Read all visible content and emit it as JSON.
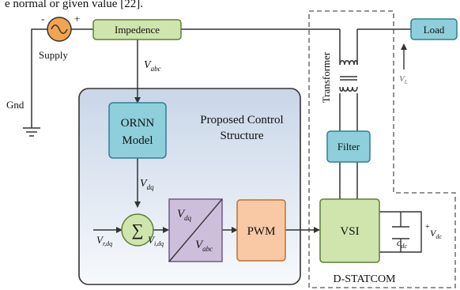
{
  "header": {
    "cut_text": "e normal or given value [22]."
  },
  "colors": {
    "block_green": "#cfe5ad",
    "block_green_border": "#5d7f36",
    "block_teal": "#8fcfdc",
    "block_teal_border": "#2f7f94",
    "pwm_orange": "#f8c9a4",
    "pwm_border": "#c2702e",
    "transform_purple": "#cdbfdc",
    "panel_top": "#c9d6e8",
    "panel_bottom": "#f7f9fc",
    "source_orange": "#f2a451"
  },
  "labels": {
    "source_minus": "-",
    "source_plus": "+",
    "supply": "Supply",
    "gnd": "Gnd",
    "impedance": "Impedence",
    "load": "Load",
    "v_abc_main": "abc",
    "orrn_line1": "ORNN",
    "orrn_line2": "Model",
    "proposed_line1": "Proposed Control",
    "proposed_line2": "Structure",
    "v_dq_feed": "dq",
    "v_r_dq": "r,dq",
    "v_i_dq": "i,dq",
    "sigma": "∑",
    "transform_top": "dq",
    "transform_bottom": "abc",
    "pwm": "PWM",
    "vsi": "VSI",
    "filter": "Filter",
    "transformer": "Transformer",
    "dstatcom": "D-STATCOM",
    "v_l": "L",
    "c_dc": "dc",
    "v_dc": "dc",
    "v_letter": "V",
    "c_letter": "c"
  }
}
